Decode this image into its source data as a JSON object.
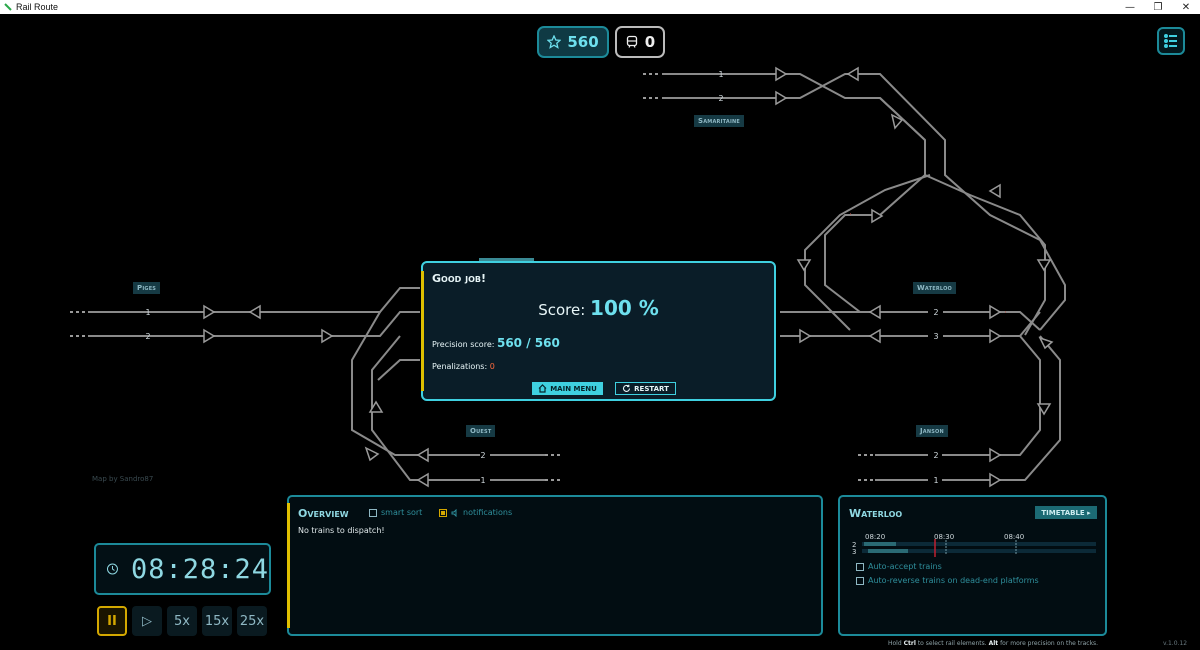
{
  "window": {
    "title": "Rail Route",
    "minimize": "—",
    "maximize": "❐",
    "close": "✕"
  },
  "hud": {
    "score": "560",
    "trains": "0"
  },
  "stations": {
    "piges": "Piges",
    "samaritaine": "Samaritaine",
    "ouest": "Ouest",
    "waterloo": "Waterloo",
    "janson": "Janson"
  },
  "tracks": {
    "one": "1",
    "two": "2",
    "three": "3"
  },
  "credit": "Map by Sandro87",
  "dialog": {
    "title": "Good job!",
    "score_label": "Score:",
    "score_value": "100 %",
    "precision_label": "Precision score:",
    "precision_value": "560 / 560",
    "penalizations_label": "Penalizations:",
    "penalizations_value": "0",
    "main_menu": "MAIN MENU",
    "restart": "RESTART"
  },
  "clock": {
    "time": "08:28:24"
  },
  "speed": {
    "pause": "II",
    "play": "▷",
    "x5": "5x",
    "x15": "15x",
    "x25": "25x"
  },
  "overview": {
    "title": "Overview",
    "smart_sort": "smart sort",
    "notifications": "notifications",
    "notifications_checked": true,
    "smart_sort_checked": false,
    "empty": "No trains to dispatch!"
  },
  "waterloo_panel": {
    "title": "Waterloo",
    "timetable": "TIMETABLE",
    "times": [
      "08:20",
      "08:30",
      "08:40"
    ],
    "platforms": [
      "2",
      "3"
    ],
    "auto_accept": "Auto-accept trains",
    "auto_reverse": "Auto-reverse trains on dead-end platforms"
  },
  "hint": {
    "pre": "Hold",
    "ctrl": "Ctrl",
    "mid": "to select rail elements.",
    "alt": "Alt",
    "post": "for more precision on the tracks."
  },
  "version": "v.1.0.12",
  "colors": {
    "accent": "#3fd0e0",
    "warning": "#e0c000",
    "penalty": "#ff6a3d",
    "track": "#8a8a8a"
  }
}
